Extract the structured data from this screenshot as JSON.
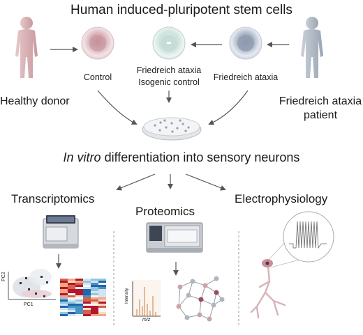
{
  "title": "Human induced-pluripotent stem cells",
  "sources": {
    "healthy": "Healthy donor",
    "patient": "Friedreich ataxia patient"
  },
  "cells": {
    "control": "Control",
    "isogenic_line1": "Friedreich ataxia",
    "isogenic_line2": "Isogenic control",
    "fa": "Friedreich ataxia"
  },
  "differentiation": {
    "italic": "In vitro",
    "rest": " differentiation into sensory neurons"
  },
  "methods": {
    "transcriptomics": "Transcriptomics",
    "proteomics": "Proteomics",
    "electrophysiology": "Electrophysiology"
  },
  "pca": {
    "y_axis": "PC2",
    "x_axis": "PC1"
  },
  "spectrum": {
    "y_axis": "Intensity",
    "x_axis": "m/z"
  },
  "colors": {
    "control_cell": "#d7a6ad",
    "isogenic_cell": "#cfe3de",
    "fa_cell": "#aab4c6",
    "arrow": "#555555"
  }
}
